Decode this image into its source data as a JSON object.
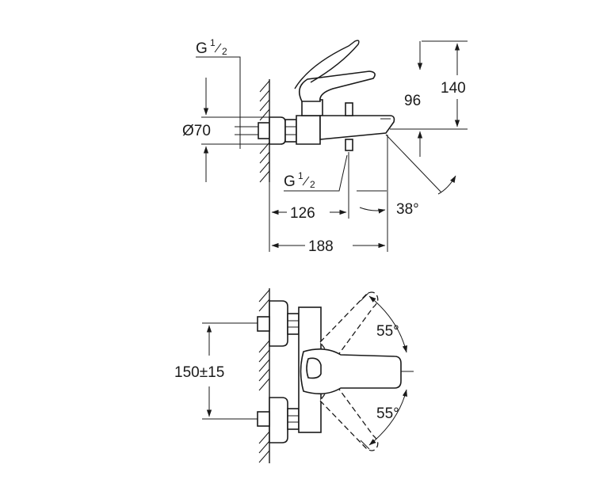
{
  "side_view": {
    "thread_top": {
      "letter": "G",
      "num": "1",
      "den": "2"
    },
    "thread_bottom": {
      "letter": "G",
      "num": "1",
      "den": "2"
    },
    "dim_diameter": "Ø70",
    "dim_96": "96",
    "dim_140": "140",
    "dim_126": "126",
    "dim_188": "188",
    "dim_angle": "38°"
  },
  "top_view": {
    "dim_spacing": "150±15",
    "angle_upper": "55°",
    "angle_lower": "55°"
  }
}
